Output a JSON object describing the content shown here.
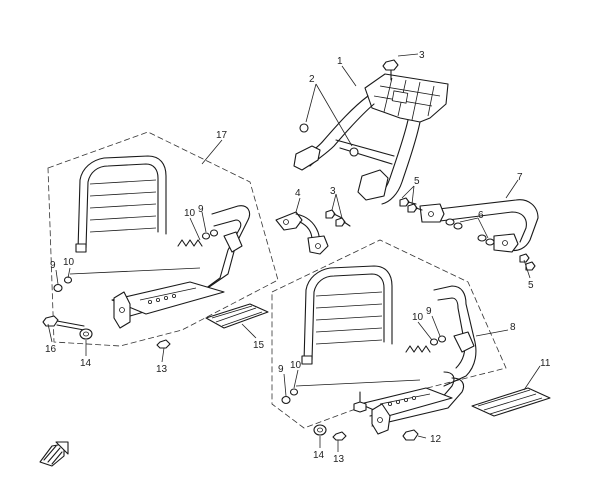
{
  "callouts": {
    "c1": "1",
    "c2": "2",
    "c3a": "3",
    "c3b": "3",
    "c4": "4",
    "c5a": "5",
    "c5b": "5",
    "c6": "6",
    "c7": "7",
    "c8": "8",
    "c9a": "9",
    "c9b": "9",
    "c9c": "9",
    "c9d": "9",
    "c10a": "10",
    "c10b": "10",
    "c10c": "10",
    "c10d": "10",
    "c11": "11",
    "c12": "12",
    "c13a": "13",
    "c13b": "13",
    "c14a": "14",
    "c14b": "14",
    "c15": "15",
    "c16": "16",
    "c17": "17"
  },
  "icons": {
    "corner_logo": "arrow-badge-icon"
  }
}
